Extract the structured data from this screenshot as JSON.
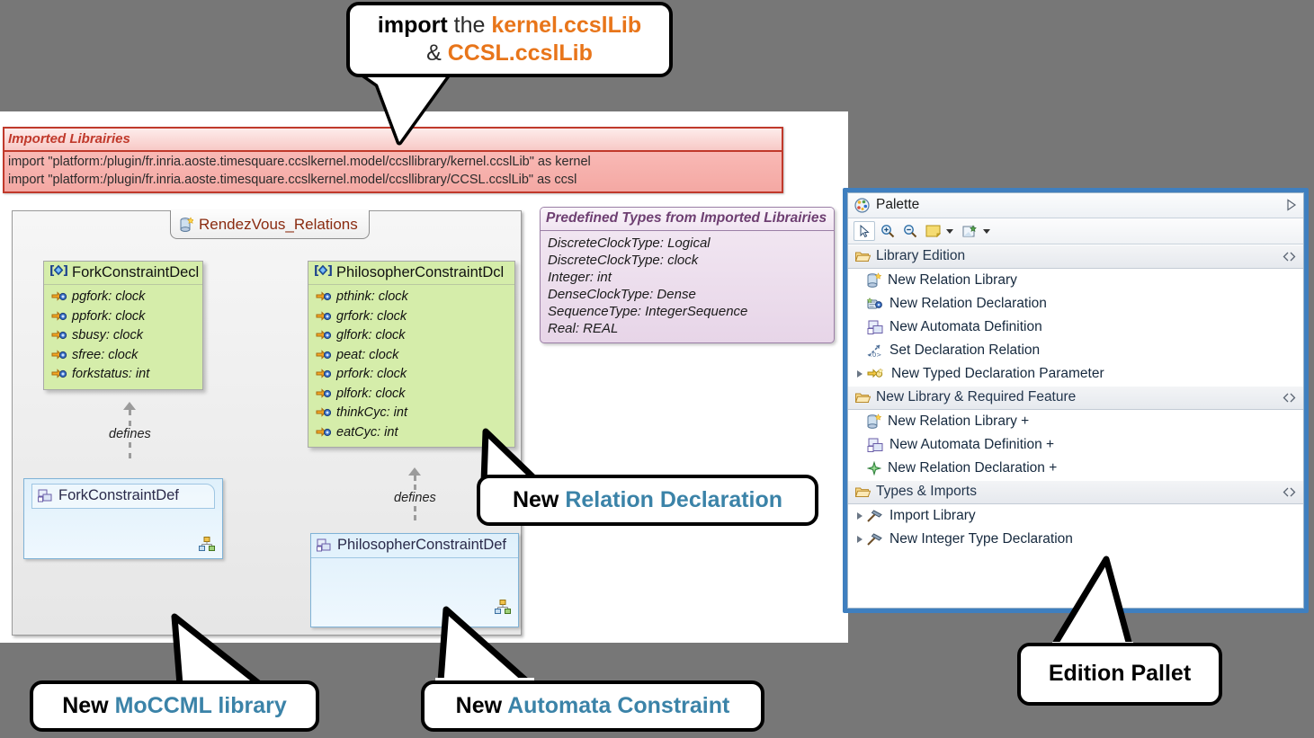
{
  "editor": {
    "imported_libraries": {
      "title": "Imported Librairies",
      "lines": [
        "import \"platform:/plugin/fr.inria.aoste.timesquare.ccslkernel.model/ccsllibrary/kernel.ccslLib\" as kernel",
        "import \"platform:/plugin/fr.inria.aoste.timesquare.ccslkernel.model/ccsllibrary/CCSL.ccslLib\" as ccsl"
      ]
    },
    "diagram": {
      "tab_label": "RendezVous_Relations",
      "tab_icon": "relation-library-icon",
      "defines_label": "defines",
      "declarations": [
        {
          "name": "ForkConstraintDecl",
          "icon": "relation-declaration-icon",
          "members": [
            "pgfork: clock",
            "ppfork: clock",
            "sbusy: clock",
            "sfree: clock",
            "forkstatus: int"
          ]
        },
        {
          "name": "PhilosopherConstraintDcl",
          "icon": "relation-declaration-icon",
          "members": [
            "pthink: clock",
            "grfork: clock",
            "glfork: clock",
            "peat: clock",
            "prfork: clock",
            "plfork: clock",
            "thinkCyc: int",
            "eatCyc: int"
          ]
        }
      ],
      "definitions": [
        {
          "name": "ForkConstraintDef",
          "icon": "automata-definition-icon"
        },
        {
          "name": "PhilosopherConstraintDef",
          "icon": "automata-definition-icon"
        }
      ]
    },
    "predefined_types": {
      "title": "Predefined Types from Imported Librairies",
      "lines": [
        "DiscreteClockType: Logical",
        "DiscreteClockType: clock",
        "Integer: int",
        "DenseClockType: Dense",
        "SequenceType: IntegerSequence",
        "Real: REAL"
      ]
    }
  },
  "palette": {
    "title": "Palette",
    "title_icon": "palette-icon",
    "collapse_icon": "chevron-right-icon",
    "toolbar": [
      {
        "name": "select-tool",
        "icon": "arrow-cursor-icon",
        "selected": true
      },
      {
        "name": "zoom-in-tool",
        "icon": "zoom-in-icon",
        "selected": false
      },
      {
        "name": "zoom-out-tool",
        "icon": "zoom-out-icon",
        "selected": false
      },
      {
        "name": "note-tool",
        "icon": "note-icon",
        "selected": false,
        "caret": true
      },
      {
        "name": "attachment-tool",
        "icon": "note-attachment-icon",
        "selected": false,
        "caret": true
      }
    ],
    "groups": [
      {
        "label": "Library Edition",
        "icon": "open-folder-icon",
        "pin_icon": "pin-icon",
        "items": [
          {
            "label": "New Relation Library",
            "icon": "relation-library-icon",
            "expander": false
          },
          {
            "label": "New Relation Declaration",
            "icon": "relation-declaration-icon",
            "expander": false
          },
          {
            "label": "New Automata Definition",
            "icon": "automata-definition-icon",
            "expander": false
          },
          {
            "label": "Set Declaration Relation",
            "icon": "set-declaration-relation-icon",
            "expander": false
          },
          {
            "label": "New Typed Declaration Parameter",
            "icon": "typed-parameter-icon",
            "expander": true
          }
        ]
      },
      {
        "label": "New Library & Required Feature",
        "icon": "open-folder-icon",
        "pin_icon": "pin-icon",
        "items": [
          {
            "label": "New Relation Library +",
            "icon": "relation-library-icon",
            "expander": false
          },
          {
            "label": "New Automata Definition +",
            "icon": "automata-definition-icon",
            "expander": false
          },
          {
            "label": "New Relation Declaration +",
            "icon": "green-diamond-icon",
            "expander": false
          }
        ]
      },
      {
        "label": "Types & Imports",
        "icon": "open-folder-icon",
        "pin_icon": "pin-icon",
        "items": [
          {
            "label": "Import Library",
            "icon": "hammer-icon",
            "expander": true
          },
          {
            "label": "New Integer Type Declaration",
            "icon": "hammer-icon",
            "expander": true
          }
        ]
      }
    ]
  },
  "callouts": {
    "import": {
      "line1_bold": "import",
      "line1_plain": " the ",
      "line1_accent": "kernel.ccslLib",
      "line2_plain": "& ",
      "line2_accent": "CCSL.ccslLib"
    },
    "relation_declaration": {
      "prefix": "New ",
      "accent": "Relation Declaration"
    },
    "moccml_library": {
      "prefix": "New ",
      "accent": "MoCCML library"
    },
    "automata_constraint": {
      "prefix": "New ",
      "accent": "Automata Constraint"
    },
    "edition_pallet": {
      "text": "Edition Pallet"
    }
  },
  "colors": {
    "accent_blue": "#3b83a8",
    "accent_orange": "#e8751a",
    "palette_border": "#3f7fbf",
    "note_red": "#c0392b",
    "declaration_green": "#d5edaa",
    "definition_blue": "#dff0fb",
    "types_purple": "#9b7fa6",
    "page_background": "#777777"
  }
}
